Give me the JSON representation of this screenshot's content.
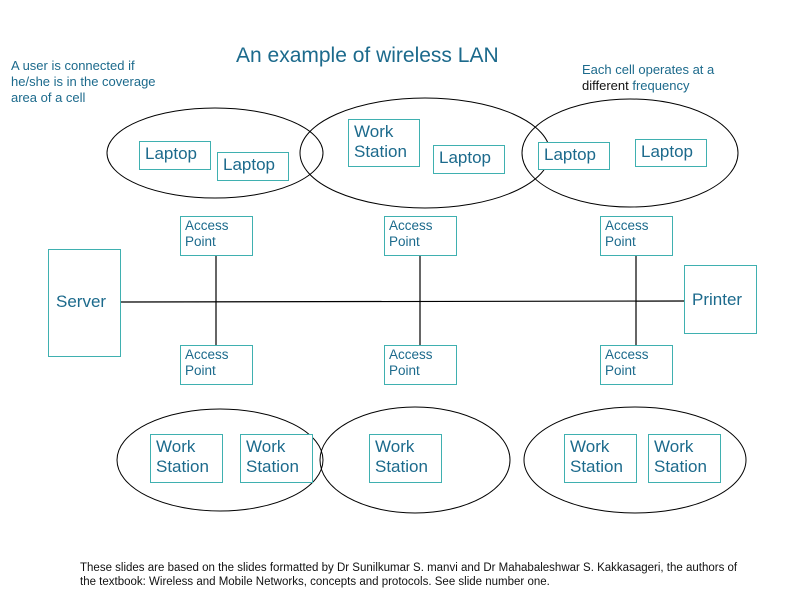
{
  "title": "An example of wireless LAN",
  "notes": {
    "coverage": "A user is connected if\nhe/she is in the coverage\narea of a cell",
    "frequency_part1": "Each cell operates at a",
    "frequency_part2a": "different",
    "frequency_part2b": " frequency"
  },
  "top_cells": [
    {
      "devices": [
        "Laptop",
        "Laptop"
      ]
    },
    {
      "devices": [
        "Work\nStation",
        "Laptop"
      ]
    },
    {
      "devices": [
        "Laptop",
        "Laptop"
      ]
    }
  ],
  "access_points": {
    "top": [
      "Access\nPoint",
      "Access\nPoint",
      "Access\nPoint"
    ],
    "bottom": [
      "Access\nPoint",
      "Access\nPoint",
      "Access\nPoint"
    ]
  },
  "backbone": {
    "server": "Server",
    "printer": "Printer"
  },
  "bottom_cells": [
    {
      "devices": [
        "Work\nStation",
        "Work\nStation"
      ]
    },
    {
      "devices": [
        "Work\nStation"
      ]
    },
    {
      "devices": [
        "Work\nStation",
        "Work\nStation"
      ]
    }
  ],
  "footer": "These slides are based on the slides formatted by Dr Sunilkumar S. manvi and Dr Mahabaleshwar S. Kakkasageri, the authors of the textbook: Wireless and Mobile Networks, concepts and protocols. See slide number one.",
  "colors": {
    "text": "#1c6a8c",
    "box_border": "#3fb0b0",
    "line": "#000000"
  }
}
